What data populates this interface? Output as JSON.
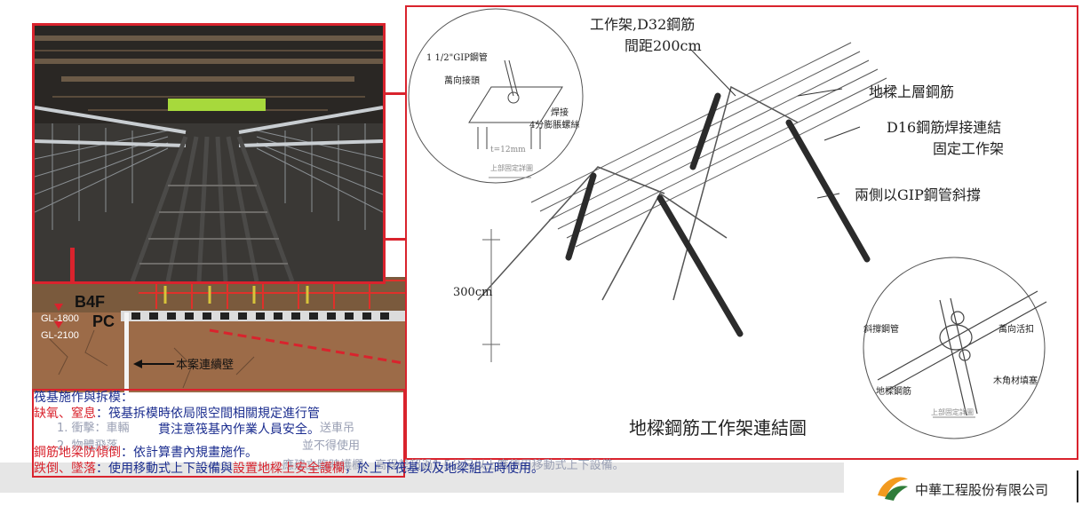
{
  "diagram": {
    "title": "地樑鋼筋工作架連結圖",
    "frame_label": "工作架,D32鋼筋",
    "spacing_label": "間距200cm",
    "top_rebar_label": "地樑上層鋼筋",
    "weld_label_1": "D16鋼筋焊接連結",
    "weld_label_2": "固定工作架",
    "brace_label": "兩側以GIP鋼管斜撐",
    "height_label": "300cm",
    "detail_top": {
      "pipe_label": "1 1/2\"GIP鋼管",
      "joint_label": "萬向接頭",
      "weld_label": "焊接",
      "bolt_label": "4分膨脹螺絲",
      "plate_label": "t=12mm",
      "caption": "上部固定詳圖"
    },
    "detail_bottom": {
      "brace_pipe_label": "斜撐鋼管",
      "clamp_label": "萬向活扣",
      "wedge_label": "木角材填塞",
      "rebar_label": "地樑鋼筋",
      "caption": "上部固定詳圖"
    }
  },
  "photo_section": {
    "level_label": "B4F",
    "pc_label": "PC",
    "gl_1": "GL-1800",
    "gl_2": "GL-2100",
    "wall_label": "本案連續壁"
  },
  "notes": {
    "heading": "筏基施作與拆模：",
    "line1_red": "缺氧、窒息",
    "line1_rest": "：筏基拆模時依局限空間相關規定進行管",
    "line2": "貫注意筏基內作業人員安全。",
    "line3_red": "鋼筋地梁防傾倒",
    "line3_rest": "：依計算書內規畫施作。",
    "line4_red": "跌倒、墜落",
    "line4_mid": "：使用移動式上下設備與",
    "line4_hl": "設置地樑上安全護欄",
    "line4_rest": "，於上下筏基以及地梁組立時使用。",
    "faint1": "1. 衝擊：車輛",
    "faint1b": "送車吊",
    "faint2": "2. 物體飛落",
    "faint2b": "並不得使用",
    "faint3": "應建立臨時護欄、高程差超過1.5公尺以上應使用移動式上下設備。"
  },
  "company": {
    "name": "中華工程股份有限公司"
  },
  "colors": {
    "accent_red": "#d9232d",
    "text_blue": "#1b2d8f",
    "logo_orange": "#f29a1f",
    "logo_green": "#2f7d3a"
  }
}
